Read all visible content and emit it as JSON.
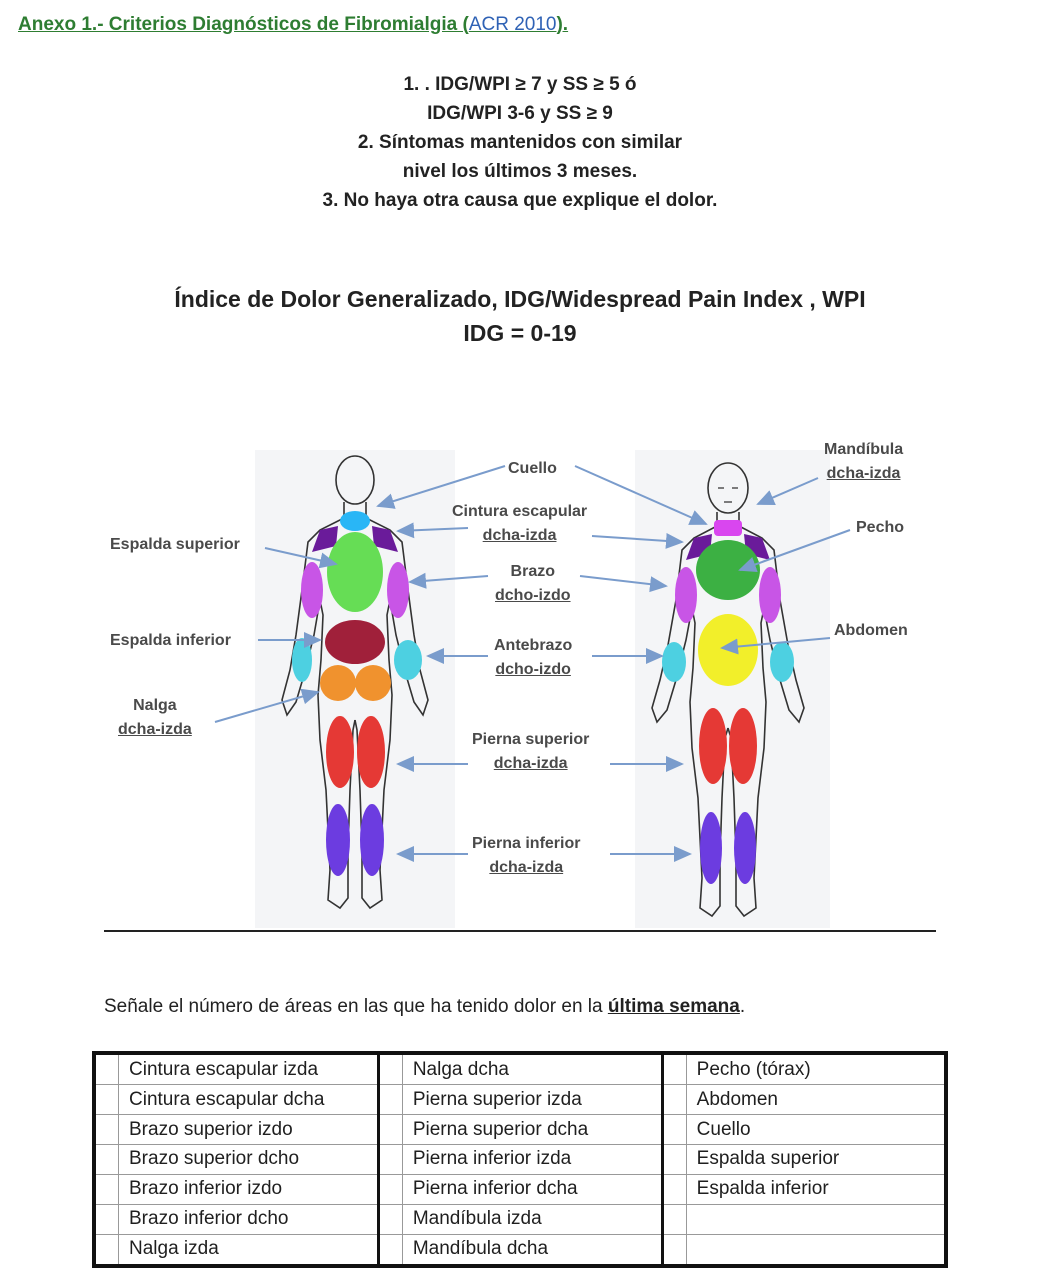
{
  "heading": {
    "prefix": "Anexo 1.- Criterios Diagnósticos de Fibromialgia (",
    "link": "ACR 2010",
    "suffix": ")."
  },
  "criteria": [
    "1. . IDG/WPI ≥ 7 y SS ≥ 5 ó",
    "IDG/WPI  3-6 y SS ≥ 9",
    "2. Síntomas mantenidos con similar",
    "nivel los últimos 3 meses.",
    "3. No haya otra causa que explique el dolor."
  ],
  "title": {
    "line1": "Índice de Dolor Generalizado, IDG/Widespread Pain Index , WPI",
    "line2": "IDG = 0-19"
  },
  "figure_labels": {
    "cuello": "Cuello",
    "cintura_l1": "Cintura escapular",
    "cintura_l2": "dcha-izda",
    "brazo_l1": "Brazo",
    "brazo_l2": "dcho-izdo",
    "antebrazo_l1": "Antebrazo",
    "antebrazo_l2": "dcho-izdo",
    "pierna_sup_l1": "Pierna superior",
    "pierna_sup_l2": "dcha-izda",
    "pierna_inf_l1": "Pierna inferior",
    "pierna_inf_l2": "dcha-izda",
    "espalda_superior": "Espalda superior",
    "espalda_inferior": "Espalda inferior",
    "nalga_l1": "Nalga",
    "nalga_l2": "dcha-izda",
    "mandibula_l1": "Mandíbula",
    "mandibula_l2": "dcha-izda",
    "pecho": "Pecho",
    "abdomen": "Abdomen"
  },
  "region_colors": {
    "neck": "#29b6f6",
    "shoulder": "#6a1b9a",
    "upper_arm": "#c855e6",
    "forearm": "#4dd0e1",
    "upper_back": "#66dd55",
    "lower_back": "#a0203a",
    "buttock": "#f0922e",
    "chest": "#3cb043",
    "abdomen": "#f2ef2a",
    "upper_leg": "#e53935",
    "lower_leg": "#6c3ce0"
  },
  "instruction": {
    "before": "Señale el número de áreas en las que ha tenido dolor en la ",
    "emphasis": "última semana",
    "after": "."
  },
  "table": {
    "rows": [
      [
        "Cintura escapular izda",
        "Nalga dcha",
        "Pecho (tórax)"
      ],
      [
        "Cintura escapular dcha",
        "Pierna superior izda",
        "Abdomen"
      ],
      [
        "Brazo superior izdo",
        "Pierna superior dcha",
        "Cuello"
      ],
      [
        "Brazo superior dcho",
        "Pierna inferior izda",
        "Espalda superior"
      ],
      [
        "Brazo inferior izdo",
        "Pierna inferior dcha",
        "Espalda inferior"
      ],
      [
        "Brazo inferior dcho",
        "Mandíbula izda",
        ""
      ],
      [
        "Nalga izda",
        "Mandíbula dcha",
        ""
      ]
    ]
  }
}
